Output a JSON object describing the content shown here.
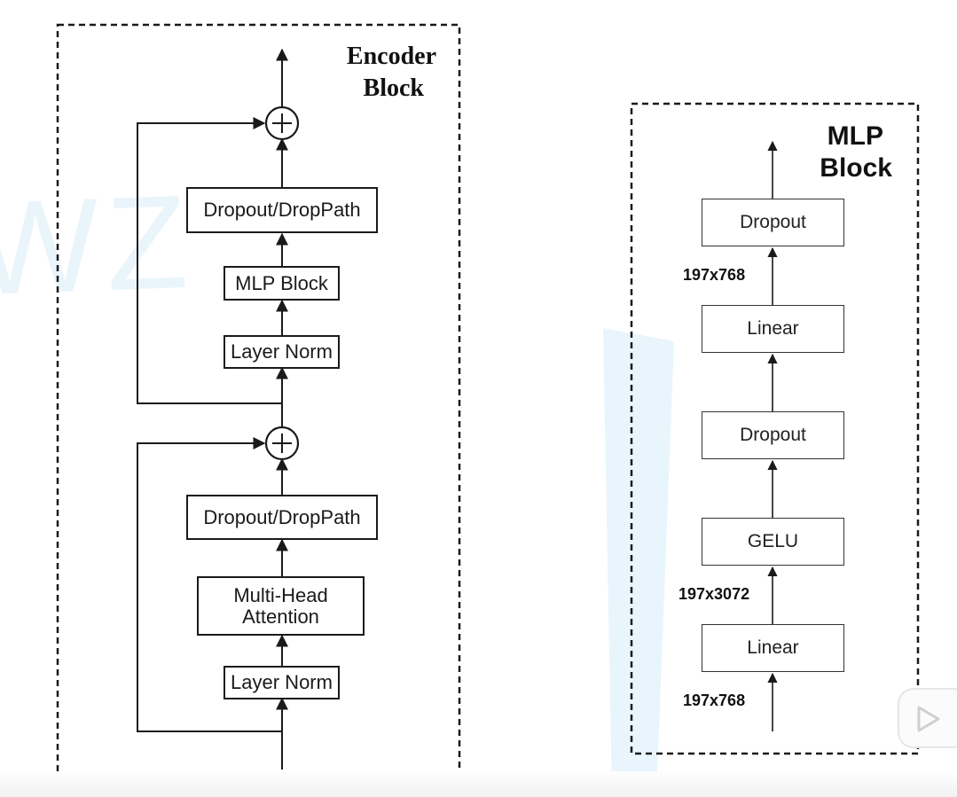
{
  "encoder_block": {
    "title_line1": "Encoder",
    "title_line2": "Block",
    "boxes": {
      "dropout_droppath_top": "Dropout/DropPath",
      "mlp_block": "MLP Block",
      "layer_norm_top": "Layer Norm",
      "dropout_droppath_bottom": "Dropout/DropPath",
      "multi_head_attention_line1": "Multi-Head",
      "multi_head_attention_line2": "Attention",
      "layer_norm_bottom": "Layer Norm"
    },
    "add_symbol": "+"
  },
  "mlp_block": {
    "title_line1": "MLP",
    "title_line2": "Block",
    "boxes": {
      "dropout_top": "Dropout",
      "linear_top": "Linear",
      "dropout_mid": "Dropout",
      "gelu": "GELU",
      "linear_bottom": "Linear"
    },
    "dims": {
      "out": "197x768",
      "hidden": "197x3072",
      "in": "197x768"
    }
  },
  "colors": {
    "stroke": "#1a1a1a",
    "watermark": "#d9eef8",
    "accent_band": "#e3f2fb"
  },
  "icons": [
    "play-icon"
  ]
}
